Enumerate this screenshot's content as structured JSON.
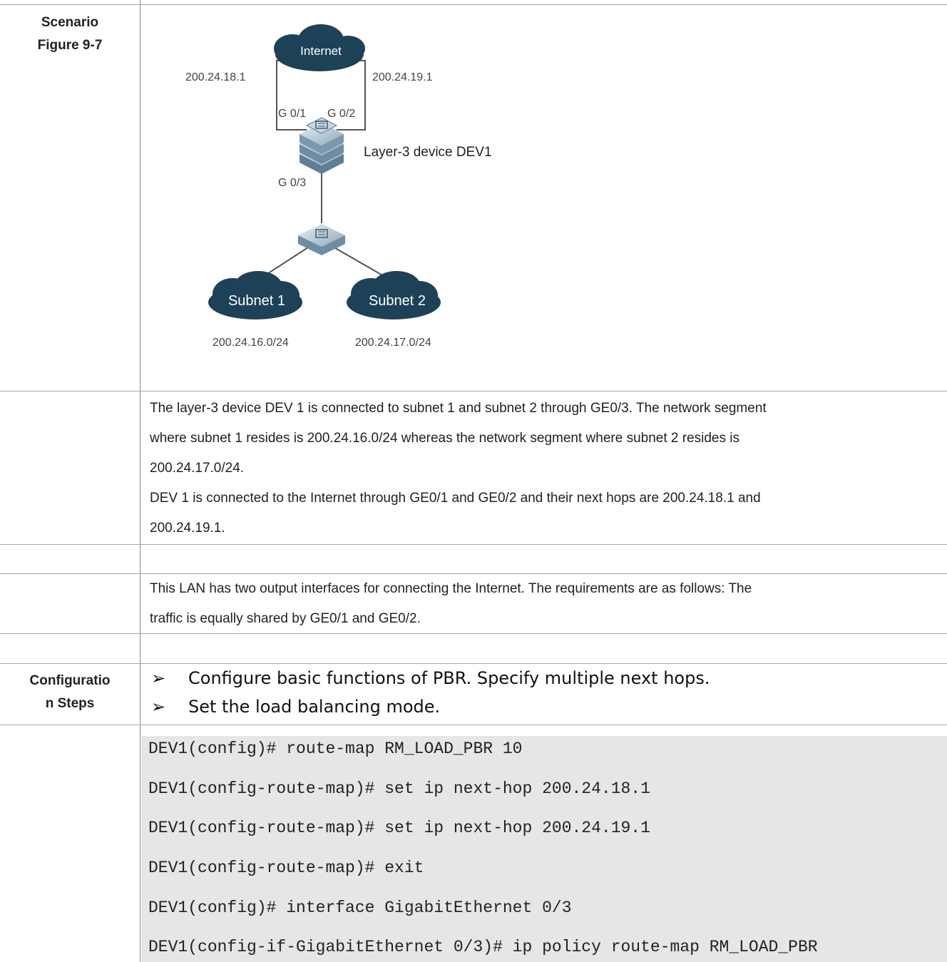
{
  "scenario": {
    "label_line1": "Scenario",
    "label_line2": "Figure 9-7"
  },
  "diagram": {
    "internet_label": "Internet",
    "left_next_hop": "200.24.18.1",
    "right_next_hop": "200.24.19.1",
    "port_g01": "G 0/1",
    "port_g02": "G 0/2",
    "device_label": "Layer-3 device DEV1",
    "port_g03": "G 0/3",
    "subnet1_label": "Subnet 1",
    "subnet2_label": "Subnet 2",
    "subnet1_ip": "200.24.16.0/24",
    "subnet2_ip": "200.24.17.0/24"
  },
  "description": {
    "line1": "The layer-3 device DEV 1 is connected to subnet 1 and subnet 2 through GE0/3. The network segment",
    "line2": "where subnet 1 resides is 200.24.16.0/24 whereas the network segment where subnet 2 resides is",
    "line3": "200.24.17.0/24.",
    "line4": "DEV 1 is connected to the Internet through GE0/1 and GE0/2 and their next hops are 200.24.18.1 and",
    "line5": "200.24.19.1."
  },
  "requirements": {
    "line1": "This LAN has two output interfaces for connecting the Internet. The requirements are as follows: The",
    "line2": "traffic is equally shared by GE0/1 and GE0/2."
  },
  "configuration": {
    "label_line1": "Configuratio",
    "label_line2": "n Steps",
    "bullet_glyph": "➢",
    "step1": "Configure basic functions of PBR. Specify multiple next hops.",
    "step2": "Set the load balancing mode."
  },
  "code_lines": [
    "DEV1(config)# route-map RM_LOAD_PBR 10",
    "DEV1(config-route-map)# set ip next-hop 200.24.18.1",
    "DEV1(config-route-map)# set ip next-hop 200.24.19.1",
    "DEV1(config-route-map)# exit",
    "DEV1(config)# interface GigabitEthernet 0/3",
    "DEV1(config-if-GigabitEthernet 0/3)# ip policy route-map RM_LOAD_PBR"
  ]
}
